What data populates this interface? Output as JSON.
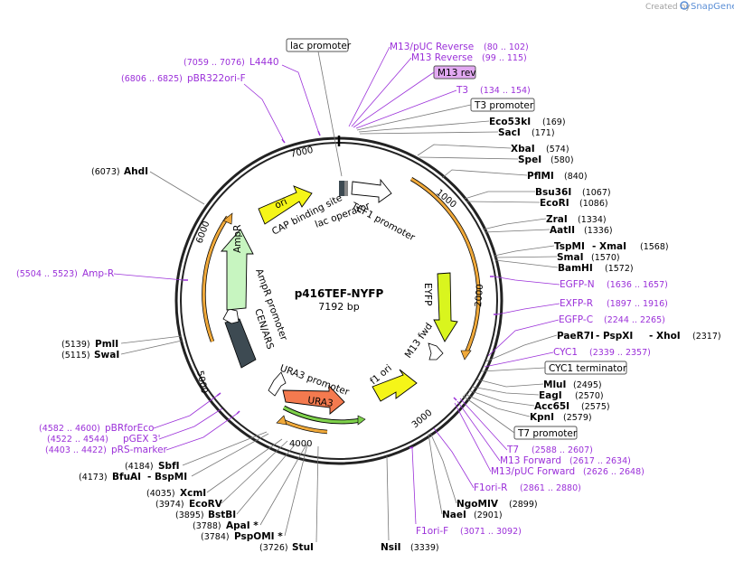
{
  "credit": {
    "prefix": "Created by",
    "brand": "SnapGene"
  },
  "plasmid": {
    "name": "p416TEF-NYFP",
    "size": "7192 bp"
  },
  "ticks": [
    "1000",
    "2000",
    "3000",
    "4000",
    "5000",
    "6000",
    "7000"
  ],
  "features": {
    "ori": "ori",
    "tef1_promoter": "TEF1 promoter",
    "cap_site": "CAP binding site",
    "lac_operator": "lac operator",
    "eyfp": "EYFP",
    "m13_fwd": "M13 fwd",
    "f1_ori": "f1 ori",
    "ura3": "URA3",
    "ura3_promoter": "URA3 promoter",
    "cen_ars": "CEN/ARS",
    "ampr_promoter": "AmpR promoter",
    "ampr": "AmpR"
  },
  "boxed_labels": {
    "lac_promoter": "lac promoter",
    "m13_rev": "M13 rev",
    "t3_promoter": "T3 promoter",
    "cyc1_terminator": "CYC1 terminator",
    "t7_promoter": "T7 promoter"
  },
  "primers": [
    {
      "id": "l4440",
      "name": "L4440",
      "pos": "(7059 .. 7076)"
    },
    {
      "id": "pbr322ori",
      "name": "pBR322ori-F",
      "pos": "(6806 .. 6825)"
    },
    {
      "id": "m13puc_rev",
      "name": "M13/pUC Reverse",
      "pos": "(80 .. 102)"
    },
    {
      "id": "m13_reverse",
      "name": "M13 Reverse",
      "pos": "(99 .. 115)"
    },
    {
      "id": "t3",
      "name": "T3",
      "pos": "(134 .. 154)"
    },
    {
      "id": "ampr",
      "name": "Amp-R",
      "pos": "(5504 .. 5523)"
    },
    {
      "id": "egfpn",
      "name": "EGFP-N",
      "pos": "(1636 .. 1657)"
    },
    {
      "id": "egfpr",
      "name": "EXFP-R",
      "pos": "(1897 .. 1916)"
    },
    {
      "id": "egfpc",
      "name": "EGFP-C",
      "pos": "(2244 .. 2265)"
    },
    {
      "id": "cyc1",
      "name": "CYC1",
      "pos": "(2339 .. 2357)"
    },
    {
      "id": "t7",
      "name": "T7",
      "pos": "(2588 .. 2607)"
    },
    {
      "id": "m13forward",
      "name": "M13 Forward",
      "pos": "(2617 .. 2634)"
    },
    {
      "id": "m13pucfwd",
      "name": "M13/pUC Forward",
      "pos": "(2626 .. 2648)"
    },
    {
      "id": "f1orir",
      "name": "F1ori-R",
      "pos": "(2861 .. 2880)"
    },
    {
      "id": "f1orif",
      "name": "F1ori-F",
      "pos": "(3071 .. 3092)"
    },
    {
      "id": "pbrforeco",
      "name": "pBRforEco",
      "pos": "(4582 .. 4600)"
    },
    {
      "id": "pgex3",
      "name": "pGEX 3'",
      "pos": "(4522 .. 4544)"
    },
    {
      "id": "prsmarker",
      "name": "pRS-marker",
      "pos": "(4403 .. 4422)"
    }
  ],
  "enzymes": [
    {
      "id": "eco53ki",
      "name": "Eco53kI",
      "pos": "(169)"
    },
    {
      "id": "saci",
      "name": "SacI",
      "pos": "(171)"
    },
    {
      "id": "xbai",
      "name": "XbaI",
      "pos": "(574)"
    },
    {
      "id": "spei",
      "name": "SpeI",
      "pos": "(580)"
    },
    {
      "id": "pflmi",
      "name": "PflMI",
      "pos": "(840)"
    },
    {
      "id": "bsu36i",
      "name": "Bsu36I",
      "pos": "(1067)"
    },
    {
      "id": "ecori",
      "name": "EcoRI",
      "pos": "(1086)"
    },
    {
      "id": "zrai",
      "name": "ZraI",
      "pos": "(1334)"
    },
    {
      "id": "aatii",
      "name": "AatII",
      "pos": "(1336)"
    },
    {
      "id": "tspmi",
      "name": "TspMI",
      "pos": ""
    },
    {
      "id": "xmai",
      "name": "- XmaI",
      "pos": "(1568)"
    },
    {
      "id": "smai",
      "name": "SmaI",
      "pos": "(1570)"
    },
    {
      "id": "bamhi",
      "name": "BamHI",
      "pos": "(1572)"
    },
    {
      "id": "paer7i",
      "name": "PaeR7I",
      "pos": ""
    },
    {
      "id": "pspxi",
      "name": "- PspXI",
      "pos": ""
    },
    {
      "id": "xhoi",
      "name": "- XhoI",
      "pos": "(2317)"
    },
    {
      "id": "mlui",
      "name": "MluI",
      "pos": "(2495)"
    },
    {
      "id": "eagi",
      "name": "EagI",
      "pos": "(2570)"
    },
    {
      "id": "acc65i",
      "name": "Acc65I",
      "pos": "(2575)"
    },
    {
      "id": "kpni",
      "name": "KpnI",
      "pos": "(2579)"
    },
    {
      "id": "ngomiv",
      "name": "NgoMIV",
      "pos": "(2899)"
    },
    {
      "id": "naei",
      "name": "NaeI",
      "pos": "(2901)"
    },
    {
      "id": "nsii",
      "name": "NsiI",
      "pos": "(3339)"
    },
    {
      "id": "ahdi",
      "name": "AhdI",
      "pos": "(6073)"
    },
    {
      "id": "pmli",
      "name": "PmlI",
      "pos": "(5139)"
    },
    {
      "id": "swai",
      "name": "SwaI",
      "pos": "(5115)"
    },
    {
      "id": "sbfi",
      "name": "SbfI",
      "pos": "(4184)"
    },
    {
      "id": "bfuai",
      "name": "BfuAI",
      "pos": "(4173)"
    },
    {
      "id": "bspmi",
      "name": "- BspMI",
      "pos": ""
    },
    {
      "id": "xcmi",
      "name": "XcmI",
      "pos": "(4035)"
    },
    {
      "id": "ecorv",
      "name": "EcoRV",
      "pos": "(3974)"
    },
    {
      "id": "bstbi",
      "name": "BstBI",
      "pos": "(3895)"
    },
    {
      "id": "apai",
      "name": "ApaI *",
      "pos": "(3788)"
    },
    {
      "id": "pspomi",
      "name": "PspOMI *",
      "pos": "(3784)"
    },
    {
      "id": "stui",
      "name": "StuI",
      "pos": "(3726)"
    }
  ],
  "colors": {
    "primer": "#9b30d9",
    "ori": "#f5f518",
    "eyfp": "#d9f51e",
    "ura3": "#f47a4f",
    "ampr": "#c7f5c0",
    "cen_ars": "#3d4a52",
    "orange_arc": "#f0a93a",
    "green_arc": "#7ed14b",
    "m13_rev_box": "#e2a9f2"
  }
}
